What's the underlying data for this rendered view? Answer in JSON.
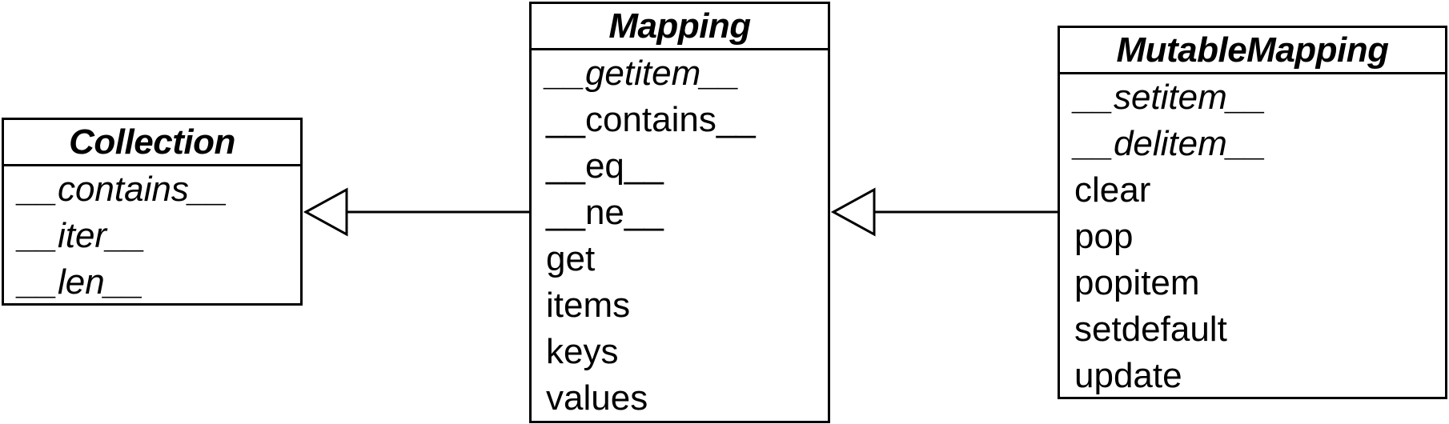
{
  "classes": {
    "collection": {
      "name": "Collection",
      "methods": [
        {
          "label": "__contains__",
          "abstract": true
        },
        {
          "label": "__iter__",
          "abstract": true
        },
        {
          "label": "__len__",
          "abstract": true
        }
      ]
    },
    "mapping": {
      "name": "Mapping",
      "methods": [
        {
          "label": "__getitem__",
          "abstract": true
        },
        {
          "label": "__contains__",
          "abstract": false
        },
        {
          "label": "__eq__",
          "abstract": false
        },
        {
          "label": "__ne__",
          "abstract": false
        },
        {
          "label": "get",
          "abstract": false
        },
        {
          "label": "items",
          "abstract": false
        },
        {
          "label": "keys",
          "abstract": false
        },
        {
          "label": "values",
          "abstract": false
        }
      ]
    },
    "mutable_mapping": {
      "name": "MutableMapping",
      "methods": [
        {
          "label": "__setitem__",
          "abstract": true
        },
        {
          "label": "__delitem__",
          "abstract": true
        },
        {
          "label": "clear",
          "abstract": false
        },
        {
          "label": "pop",
          "abstract": false
        },
        {
          "label": "popitem",
          "abstract": false
        },
        {
          "label": "setdefault",
          "abstract": false
        },
        {
          "label": "update",
          "abstract": false
        }
      ]
    }
  },
  "relationships": [
    {
      "from": "Mapping",
      "to": "Collection",
      "type": "generalization"
    },
    {
      "from": "MutableMapping",
      "to": "Mapping",
      "type": "generalization"
    }
  ],
  "colors": {
    "line": "#000000",
    "background": "#ffffff",
    "text": "#000000"
  }
}
